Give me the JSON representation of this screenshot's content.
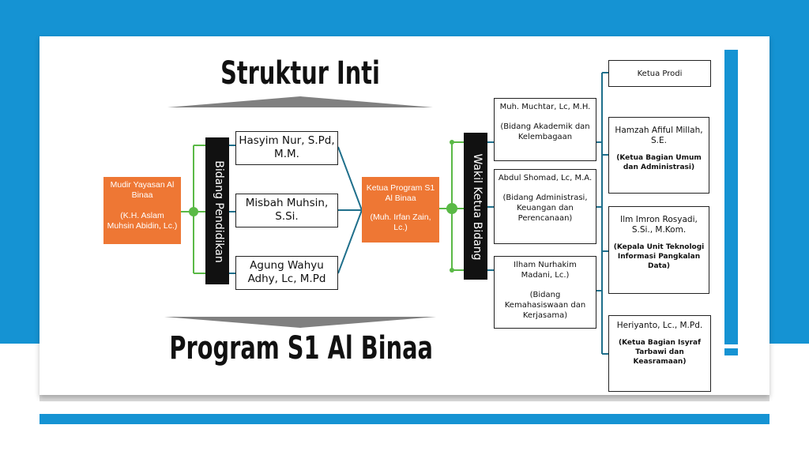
{
  "titles": {
    "top": "Struktur Inti",
    "bottom": "Program S1 Al Binaa"
  },
  "root": {
    "name": "Mudir Yayasan Al Binaa",
    "person": "(K.H. Aslam Muhsin Abidin, Lc.)"
  },
  "bidang_pendidikan": {
    "label": "Bidang Pendidikan",
    "members": [
      "Hasyim Nur, S.Pd, M.M.",
      "Misbah Muhsin, S.Si.",
      "Agung Wahyu Adhy, Lc, M.Pd"
    ]
  },
  "ketua_program": {
    "name": "Ketua Program S1 Al Binaa",
    "person": "(Muh. Irfan Zain, Lc.)"
  },
  "wakil": {
    "label": "Wakil Ketua Bidang",
    "members": [
      {
        "name": "Muh. Muchtar, Lc, M.H.",
        "role": "(Bidang Akademik dan Kelembagaan"
      },
      {
        "name": "Abdul Shomad, Lc, M.A.",
        "role": "(Bidang Administrasi, Keuangan dan Perencanaan)"
      },
      {
        "name": "Ilham Nurhakim Madani, Lc.)",
        "role": "(Bidang Kemahasiswaan dan Kerjasama)"
      }
    ]
  },
  "units": [
    {
      "name": "Ketua Prodi",
      "role": ""
    },
    {
      "name": "Hamzah Afiful Millah, S.E.",
      "role": "(Ketua Bagian Umum dan Administrasi)"
    },
    {
      "name": "Ilm Imron Rosyadi, S.Si., M.Kom.",
      "role": "(Kepala Unit Teknologi Informasi Pangkalan Data)"
    },
    {
      "name": "Heriyanto, Lc., M.Pd.",
      "role": "(Ketua Bagian Isyraf Tarbawi dan Keasramaan)"
    }
  ],
  "colors": {
    "brand_blue": "#1593d3",
    "orange": "#ee7734",
    "connector": "#1f6f8b",
    "node_green": "#5ab946"
  }
}
